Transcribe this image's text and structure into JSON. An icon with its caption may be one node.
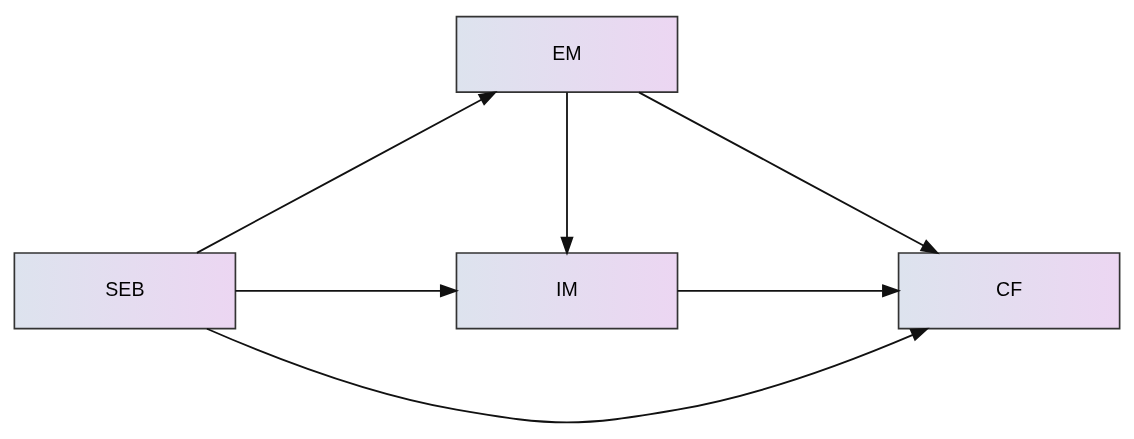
{
  "diagram": {
    "nodes": [
      {
        "text": [
          "SEB"
        ]
      },
      {
        "text": [
          "IM"
        ]
      },
      {
        "text": [
          "EM"
        ]
      },
      {
        "text": [
          "CF"
        ]
      }
    ],
    "edges": [
      {
        "from": 0,
        "to": 1,
        "arrow": "to"
      },
      {
        "from": 0,
        "to": 3,
        "arrow": "to"
      },
      {
        "from": 0,
        "to": 2,
        "arrow": "to"
      },
      {
        "from": 2,
        "to": 1,
        "arrow": "to"
      },
      {
        "from": 1,
        "to": 3,
        "arrow": "to"
      },
      {
        "from": 2,
        "to": 3,
        "arrow": "to"
      }
    ]
  }
}
